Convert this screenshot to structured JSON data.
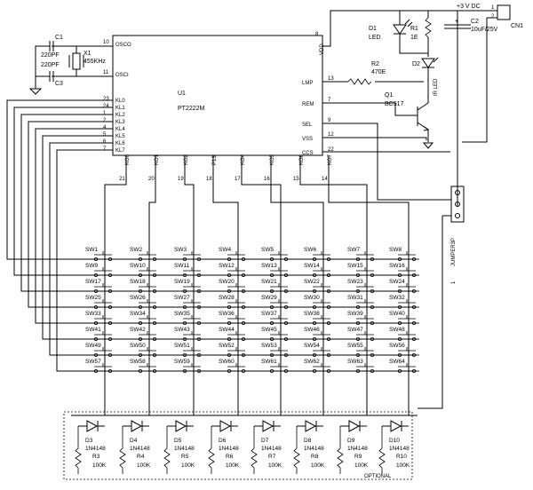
{
  "ic": {
    "ref": "U1",
    "part": "PT2222M",
    "left_pins": [
      {
        "num": "10",
        "name": "OSCO"
      },
      {
        "num": "11",
        "name": "OSCI"
      },
      {
        "num": "23",
        "name": "KL0"
      },
      {
        "num": "24",
        "name": "KL1"
      },
      {
        "num": "1",
        "name": "KL2"
      },
      {
        "num": "2",
        "name": "KL3"
      },
      {
        "num": "4",
        "name": "KL4"
      },
      {
        "num": "5",
        "name": "KL5"
      },
      {
        "num": "6",
        "name": "KL6"
      },
      {
        "num": "7",
        "name": "KL7"
      }
    ],
    "right_pins": [
      {
        "num": "8",
        "name": "VDD"
      },
      {
        "num": "13",
        "name": "LMP"
      },
      {
        "num": "7",
        "name": "REM"
      },
      {
        "num": "9",
        "name": "SEL"
      },
      {
        "num": "12",
        "name": "VSS"
      },
      {
        "num": "22",
        "name": "CCS"
      }
    ],
    "bottom_pins": [
      {
        "num": "21",
        "name": "KO0"
      },
      {
        "num": "20",
        "name": "KO1"
      },
      {
        "num": "19",
        "name": "KO2"
      },
      {
        "num": "18",
        "name": "P13"
      },
      {
        "num": "17",
        "name": "KO4"
      },
      {
        "num": "16",
        "name": "KO5"
      },
      {
        "num": "15",
        "name": "KO6"
      },
      {
        "num": "14",
        "name": "KO7"
      }
    ]
  },
  "osc": {
    "c1": "C1",
    "c1_val": "220PF",
    "c3": "C3",
    "c3_val": "220PF",
    "x1": "X1",
    "x1_val": "455KHz"
  },
  "power": {
    "supply": "+3 V DC",
    "c2": "C2",
    "c2_val": "10uF/25V",
    "c2_plus": "+",
    "cn1": "CN1",
    "cn1_p1": "1",
    "cn1_p2": "2"
  },
  "led": {
    "d1": "D1",
    "d1_val": "LED",
    "r1": "R1",
    "r1_val": "1E",
    "r2": "R2",
    "r2_val": "470E",
    "d2": "D2",
    "d2_val": "IR LED",
    "q1": "Q1",
    "q1_val": "BC517"
  },
  "jumper": {
    "ref": "JUMPER3P",
    "pin1": "1"
  },
  "switches": [
    "SW1",
    "SW2",
    "SW3",
    "SW4",
    "SW5",
    "SW6",
    "SW7",
    "SW8",
    "SW9",
    "SW10",
    "SW11",
    "SW12",
    "SW13",
    "SW14",
    "SW15",
    "SW16",
    "SW17",
    "SW18",
    "SW19",
    "SW20",
    "SW21",
    "SW22",
    "SW23",
    "SW24",
    "SW25",
    "SW26",
    "SW27",
    "SW28",
    "SW29",
    "SW30",
    "SW31",
    "SW32",
    "SW33",
    "SW34",
    "SW35",
    "SW36",
    "SW37",
    "SW38",
    "SW39",
    "SW40",
    "SW41",
    "SW42",
    "SW43",
    "SW44",
    "SW45",
    "SW46",
    "SW47",
    "SW48",
    "SW49",
    "SW50",
    "SW51",
    "SW52",
    "SW53",
    "SW54",
    "SW55",
    "SW56",
    "SW57",
    "SW58",
    "SW59",
    "SW60",
    "SW61",
    "SW62",
    "SW63",
    "SW64"
  ],
  "diodes": [
    {
      "ref": "D3",
      "val": "1N4148"
    },
    {
      "ref": "D4",
      "val": "1N4148"
    },
    {
      "ref": "D5",
      "val": "1N4148"
    },
    {
      "ref": "D6",
      "val": "1N4148"
    },
    {
      "ref": "D7",
      "val": "1N4148"
    },
    {
      "ref": "D8",
      "val": "1N4148"
    },
    {
      "ref": "D9",
      "val": "1N4148"
    },
    {
      "ref": "D10",
      "val": "1N4148"
    }
  ],
  "resistors": [
    {
      "ref": "R3",
      "val": "100K"
    },
    {
      "ref": "R4",
      "val": "100K"
    },
    {
      "ref": "R5",
      "val": "100K"
    },
    {
      "ref": "R6",
      "val": "100K"
    },
    {
      "ref": "R7",
      "val": "100K"
    },
    {
      "ref": "R8",
      "val": "100K"
    },
    {
      "ref": "R9",
      "val": "100K"
    },
    {
      "ref": "R10",
      "val": "100K"
    }
  ],
  "optional_label": "OPTIONAL"
}
